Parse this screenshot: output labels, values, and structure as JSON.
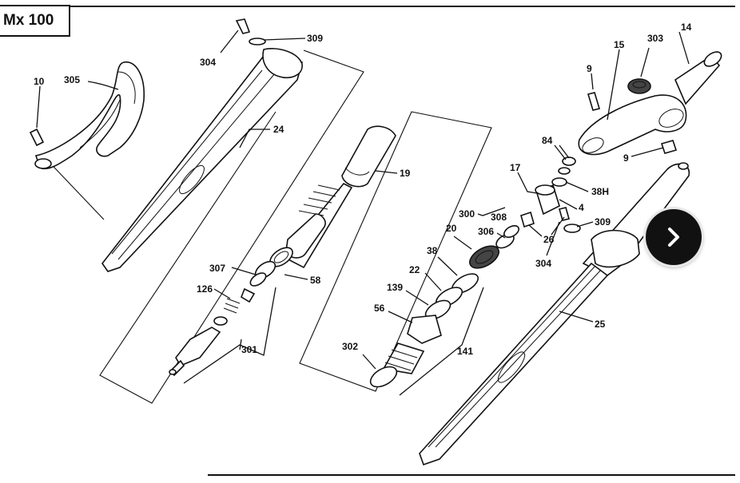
{
  "header": {
    "model_label": "Mx 100"
  },
  "navigation": {
    "next_icon": "chevron-right-icon"
  },
  "callouts": [
    {
      "id": "10",
      "text": "10"
    },
    {
      "id": "305",
      "text": "305"
    },
    {
      "id": "304a",
      "text": "304"
    },
    {
      "id": "309a",
      "text": "309"
    },
    {
      "id": "24",
      "text": "24"
    },
    {
      "id": "19",
      "text": "19"
    },
    {
      "id": "307",
      "text": "307"
    },
    {
      "id": "58",
      "text": "58"
    },
    {
      "id": "126",
      "text": "126"
    },
    {
      "id": "301",
      "text": "301"
    },
    {
      "id": "300",
      "text": "300"
    },
    {
      "id": "308",
      "text": "308"
    },
    {
      "id": "20",
      "text": "20"
    },
    {
      "id": "306",
      "text": "306"
    },
    {
      "id": "38a",
      "text": "38"
    },
    {
      "id": "22",
      "text": "22"
    },
    {
      "id": "139",
      "text": "139"
    },
    {
      "id": "56",
      "text": "56"
    },
    {
      "id": "302",
      "text": "302"
    },
    {
      "id": "141",
      "text": "141"
    },
    {
      "id": "9a",
      "text": "9"
    },
    {
      "id": "15",
      "text": "15"
    },
    {
      "id": "303",
      "text": "303"
    },
    {
      "id": "14",
      "text": "14"
    },
    {
      "id": "84",
      "text": "84"
    },
    {
      "id": "9b",
      "text": "9"
    },
    {
      "id": "17",
      "text": "17"
    },
    {
      "id": "38h",
      "text": "38H"
    },
    {
      "id": "4",
      "text": "4"
    },
    {
      "id": "26",
      "text": "26"
    },
    {
      "id": "309b",
      "text": "309"
    },
    {
      "id": "304b",
      "text": "304"
    },
    {
      "id": "25",
      "text": "25"
    }
  ]
}
